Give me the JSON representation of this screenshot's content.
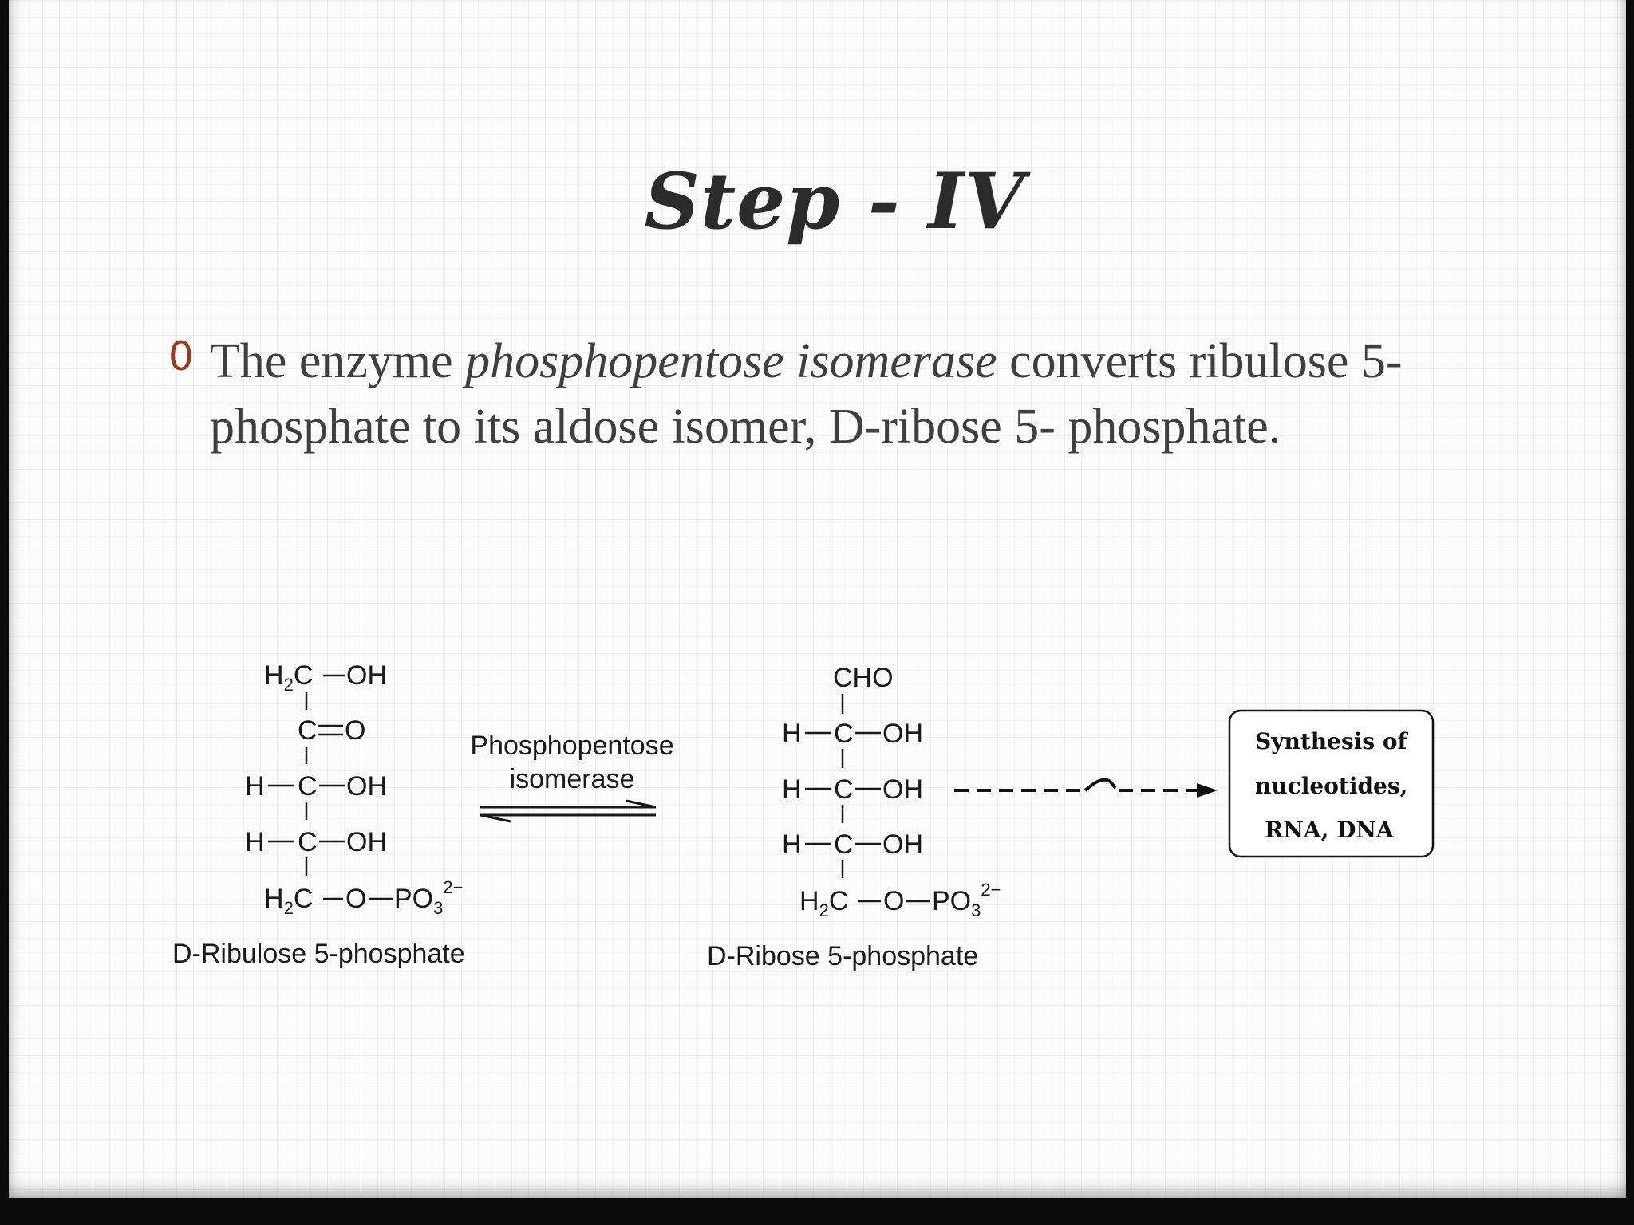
{
  "slide": {
    "title": "Step - IV",
    "bullet_marker": "0",
    "bullet": {
      "part1": "The enzyme ",
      "enzyme": "phosphopentose isomerase",
      "part2": " converts ribulose 5-phosphate to its aldose isomer, D-ribose 5- phosphate."
    }
  },
  "diagram": {
    "reactant": {
      "name": "D-Ribulose 5-phosphate",
      "rows": [
        "H2C—OH",
        "C=O",
        "H—C—OH",
        "H—C—OH",
        "H2C—O—PO3 2−"
      ]
    },
    "enzyme_label_line1": "Phosphopentose",
    "enzyme_label_line2": "isomerase",
    "product": {
      "name": "D-Ribose 5-phosphate",
      "rows": [
        "CHO",
        "H—C—OH",
        "H—C—OH",
        "H—C—OH",
        "H2C—O—PO3 2−"
      ]
    },
    "outcome_box": {
      "line1": "Synthesis of",
      "line2": "nucleotides,",
      "line3": "RNA, DNA"
    }
  }
}
